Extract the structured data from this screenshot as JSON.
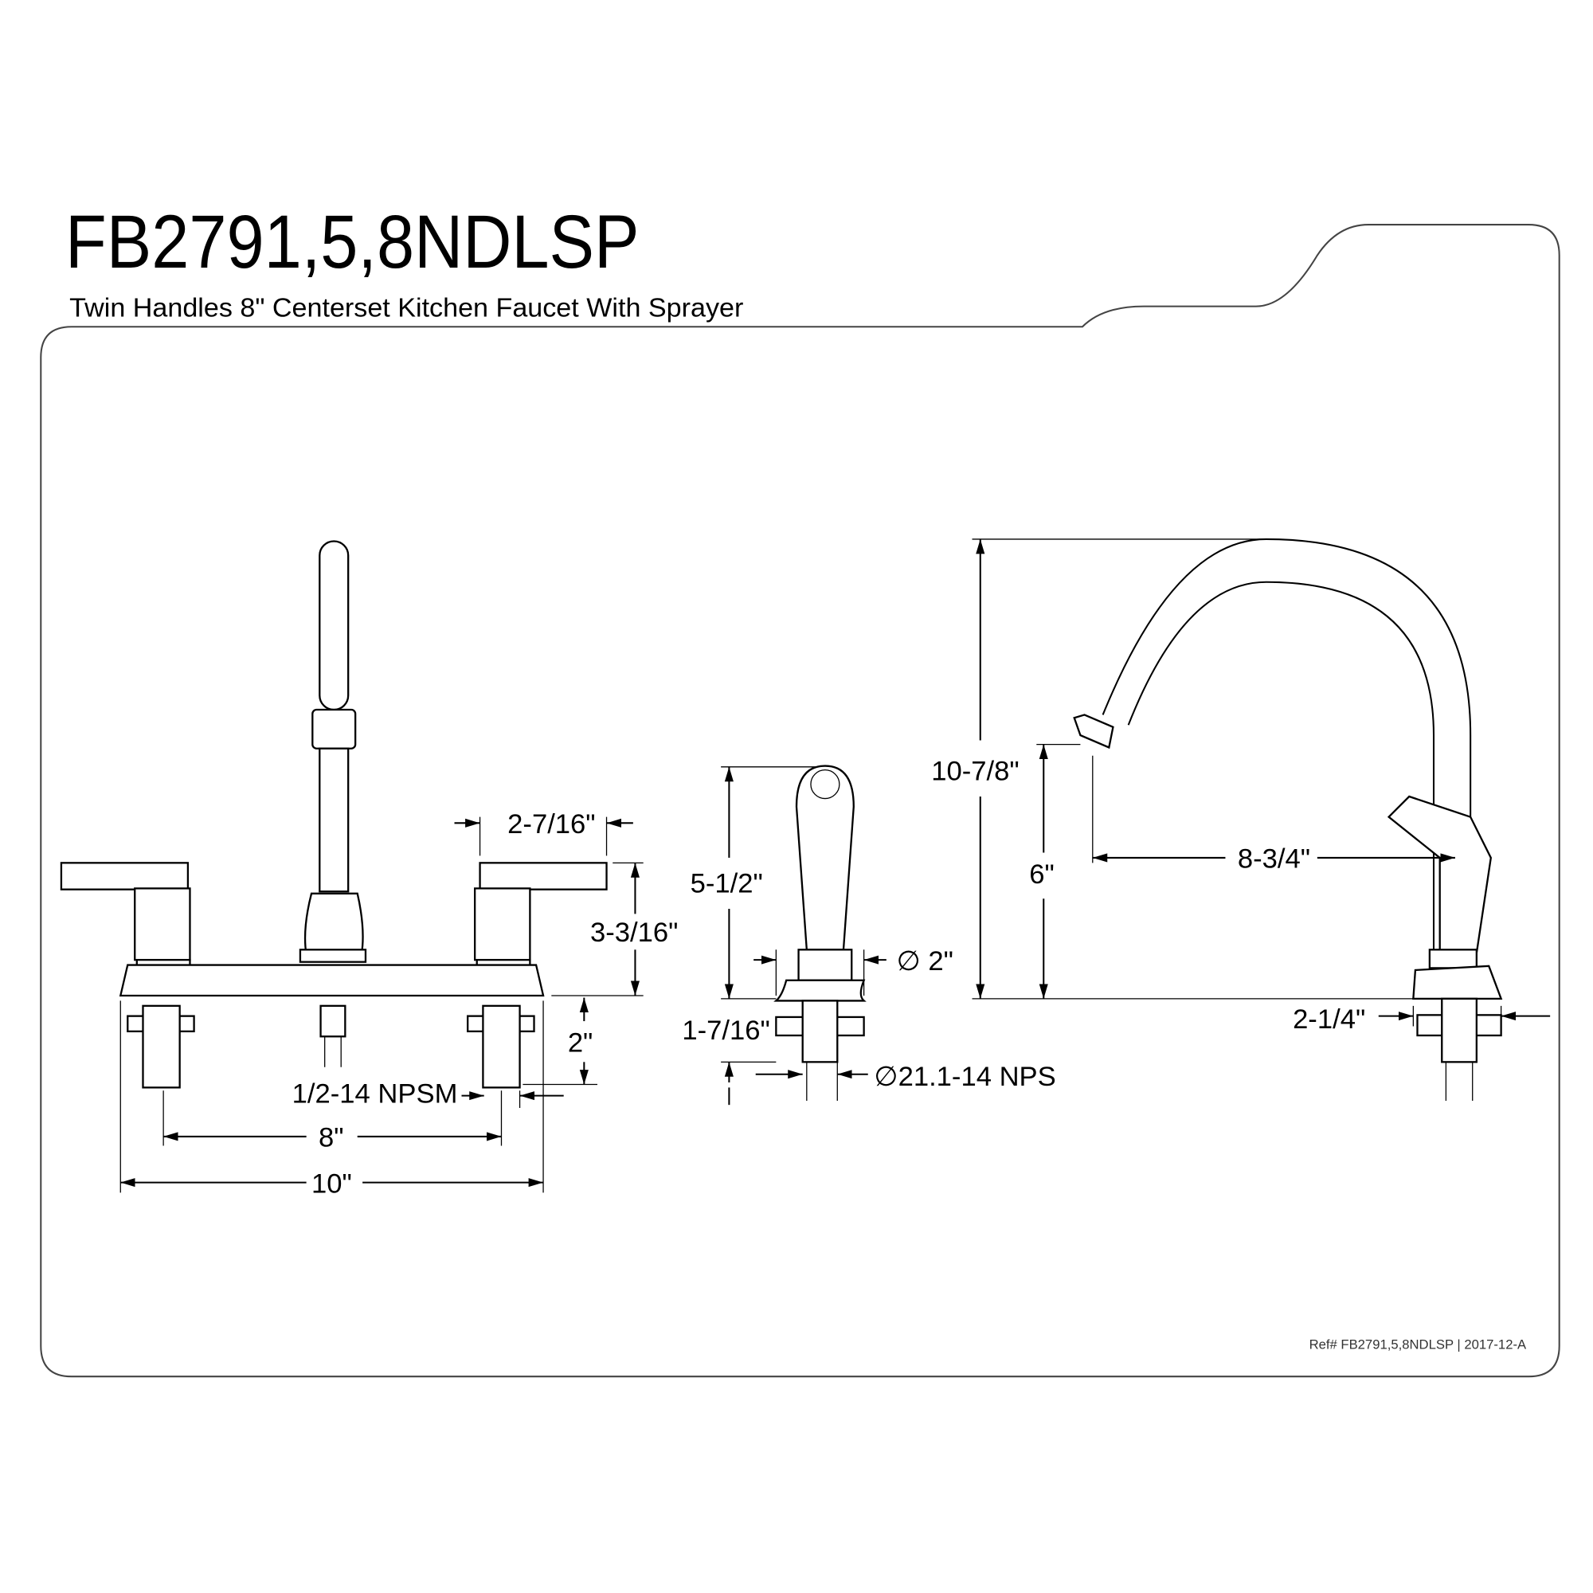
{
  "header": {
    "title": "FB2791,5,8NDLSP",
    "subtitle": "Twin Handles 8\" Centerset Kitchen Faucet With Sprayer"
  },
  "front_view": {
    "handle_width": "2-7/16\"",
    "handle_height": "3-3/16\"",
    "shank_length": "2\"",
    "thread": "1/2-14 NPSM",
    "center_spread": "8\"",
    "overall_width": "10\""
  },
  "sprayer_view": {
    "height": "5-1/2\"",
    "base_diameter": "∅ 2\"",
    "shank_length": "1-7/16\"",
    "thread": "∅21.1-14 NPS"
  },
  "side_view": {
    "overall_height": "10-7/8\"",
    "spout_clearance": "6\"",
    "spout_reach": "8-3/4\"",
    "base_depth": "2-1/4\""
  },
  "footer": {
    "reference": "Ref# FB2791,5,8NDLSP | 2017-12-A"
  }
}
